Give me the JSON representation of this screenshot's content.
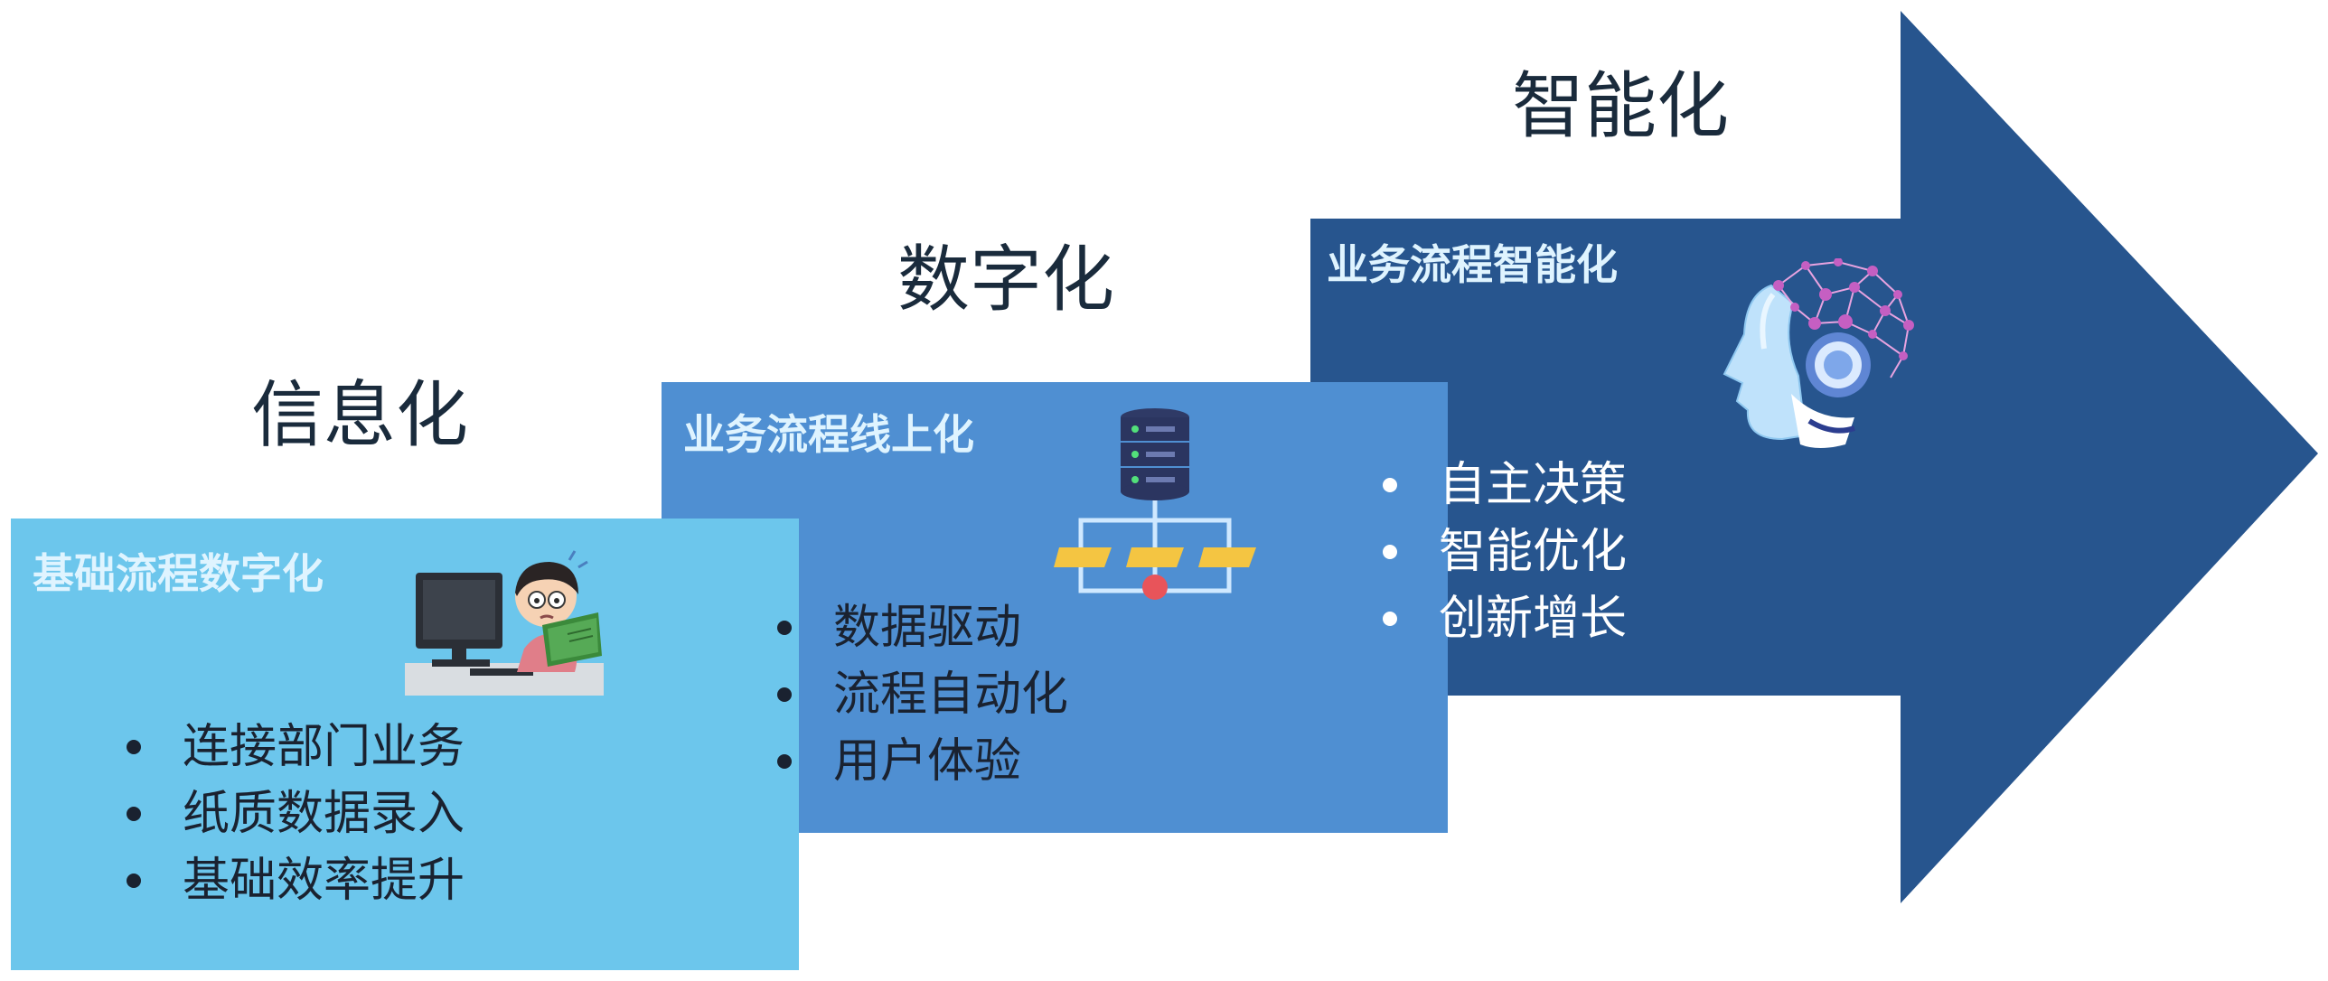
{
  "colors": {
    "step1": "#6cc6ec",
    "step1_fold": "#4ea4dd",
    "step2": "#4f8fd2",
    "step2_fold": "#3a75ba",
    "step3": "#27558e",
    "subtitle": "#dff4ff",
    "title": "#1a2b3c"
  },
  "stages": [
    {
      "title": "信息化",
      "subtitle": "基础流程数字化",
      "bullets": [
        "连接部门业务",
        "纸质数据录入",
        "基础效率提升"
      ],
      "icon": "person-reading-at-computer-icon"
    },
    {
      "title": "数字化",
      "subtitle": "业务流程线上化",
      "bullets": [
        "数据驱动",
        "流程自动化",
        "用户体验"
      ],
      "icon": "database-flow-icon"
    },
    {
      "title": "智能化",
      "subtitle": "业务流程智能化",
      "bullets": [
        "自主决策",
        "智能优化",
        "创新增长"
      ],
      "icon": "ai-head-icon"
    }
  ]
}
